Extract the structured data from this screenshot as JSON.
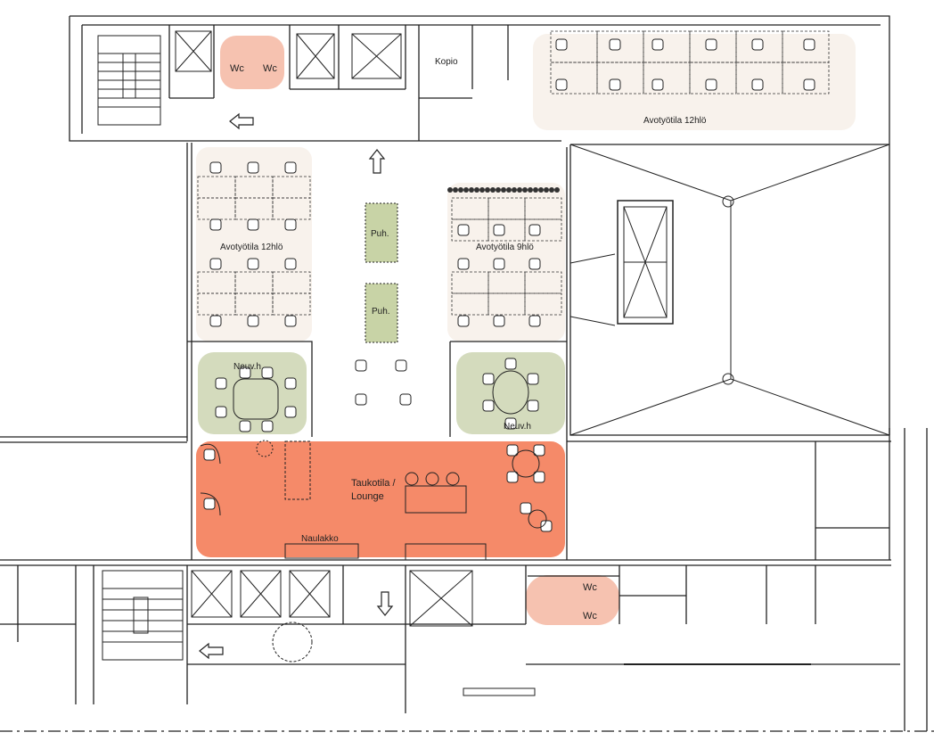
{
  "rooms": {
    "open_office_top": "Avotyötila 12hlö",
    "open_office_left": "Avotyötila 12hlö",
    "open_office_right": "Avotyötila 9hlö",
    "phone_booth_1": "Puh.",
    "phone_booth_2": "Puh.",
    "meeting_room_left": "Neuv.h",
    "meeting_room_right": "Neuv.h",
    "lounge_line1": "Taukotila /",
    "lounge_line2": "Lounge",
    "coat_rack": "Naulakko",
    "copy_room": "Kopio",
    "wc_top_left": "Wc",
    "wc_top_right": "Wc",
    "wc_bottom_top": "Wc",
    "wc_bottom_bottom": "Wc"
  },
  "colors": {
    "wc_zone": "#f6c2b0",
    "open_office_zone": "#f8f2ec",
    "meeting_zone": "#d4dbbd",
    "phone_zone": "#c8d3a6",
    "lounge_zone": "#f58a69",
    "line": "#222222"
  }
}
